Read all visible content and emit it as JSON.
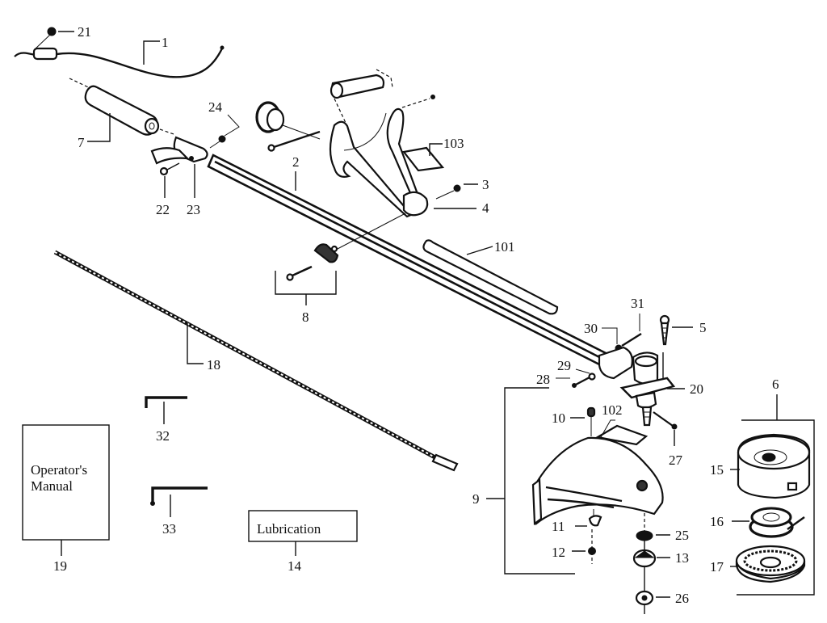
{
  "title": "String Trimmer Exploded Parts Diagram",
  "callouts": {
    "c1": "1",
    "c2": "2",
    "c3": "3",
    "c4": "4",
    "c5": "5",
    "c6": "6",
    "c7": "7",
    "c8": "8",
    "c9": "9",
    "c10": "10",
    "c11": "11",
    "c12": "12",
    "c13": "13",
    "c14": "14",
    "c15": "15",
    "c16": "16",
    "c17": "17",
    "c18": "18",
    "c19": "19",
    "c20": "20",
    "c21": "21",
    "c22": "22",
    "c23": "23",
    "c24": "24",
    "c25": "25",
    "c26": "26",
    "c27": "27",
    "c28": "28",
    "c29": "29",
    "c30": "30",
    "c31": "31",
    "c32": "32",
    "c33": "33",
    "c101": "101",
    "c102": "102",
    "c103": "103"
  },
  "boxes": {
    "manual_line1": "Operator's",
    "manual_line2": "Manual",
    "lubrication": "Lubrication"
  }
}
